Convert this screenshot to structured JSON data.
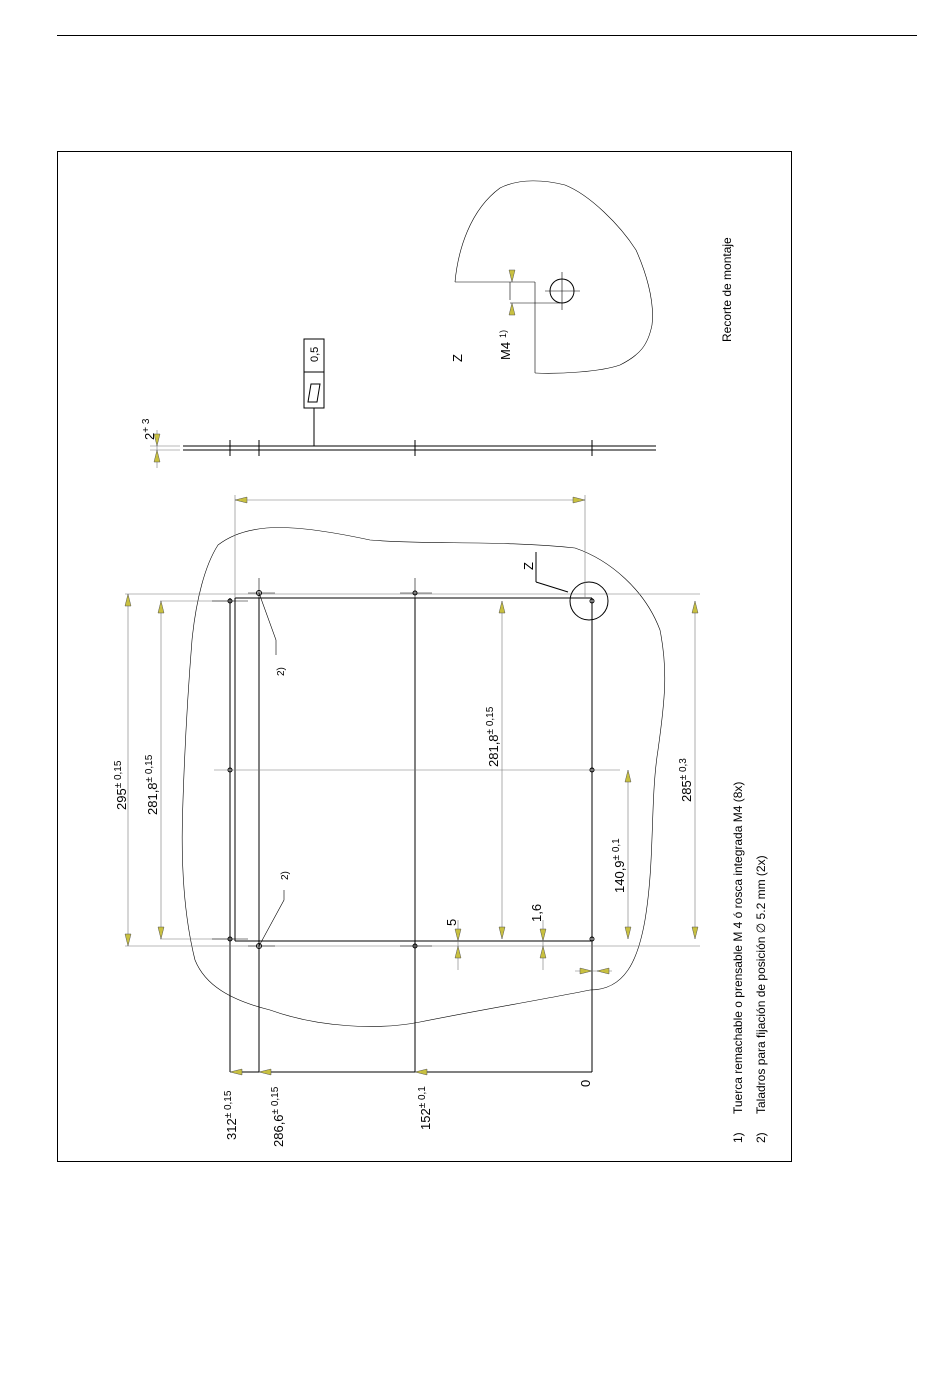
{
  "drawing": {
    "title": "Recorte de montaje",
    "detail_label": "Z",
    "detail_thread": "M4",
    "detail_thread_ref": "1)",
    "flatness_value": "0,5",
    "thickness_base": "2",
    "thickness_tol": "+ 3",
    "ref_note": "2)",
    "dimensions": {
      "d295": {
        "base": "295",
        "tol": "± 0,15"
      },
      "d281a": {
        "base": "281,8",
        "tol": "± 0,15"
      },
      "d281b": {
        "base": "281,8",
        "tol": "± 0,15"
      },
      "d285": {
        "base": "285",
        "tol": "± 0,3"
      },
      "d140": {
        "base": "140,9",
        "tol": "± 0,1"
      },
      "d5": {
        "base": "5"
      },
      "d16": {
        "base": "1,6"
      },
      "d312": {
        "base": "312",
        "tol": "± 0,15"
      },
      "d286": {
        "base": "286,6",
        "tol": "± 0,15"
      },
      "d152": {
        "base": "152",
        "tol": "± 0,1"
      },
      "d0": {
        "base": "0"
      }
    },
    "notes": [
      {
        "num": "1)",
        "text": "Tuerca remachable o prensable M 4 ó rosca integrada M4 (8x)"
      },
      {
        "num": "2)",
        "text": "Taladros para fijación de posición ∅ 5.2 mm (2x)"
      }
    ]
  }
}
